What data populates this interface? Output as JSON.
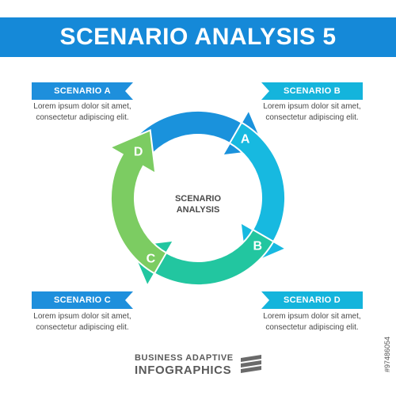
{
  "title": "SCENARIO ANALYSIS 5",
  "center": {
    "line1": "SCENARIO",
    "line2": "ANALYSIS"
  },
  "scenarios": [
    {
      "label": "SCENARIO A",
      "text_line1": "Lorem ipsum dolor sit amet,",
      "text_line2": "consectetur adipiscing elit.",
      "color": "#1e8fdc"
    },
    {
      "label": "SCENARIO B",
      "text_line1": "Lorem ipsum dolor sit amet,",
      "text_line2": "consectetur adipiscing elit.",
      "color": "#14b4dc"
    },
    {
      "label": "SCENARIO C",
      "text_line1": "Lorem ipsum dolor sit amet,",
      "text_line2": "consectetur adipiscing elit.",
      "color": "#1e8fdc"
    },
    {
      "label": "SCENARIO D",
      "text_line1": "Lorem ipsum dolor sit amet,",
      "text_line2": "consectetur adipiscing elit.",
      "color": "#14b4dc"
    }
  ],
  "cycle": [
    {
      "letter": "A",
      "color": "#1a92dc"
    },
    {
      "letter": "B",
      "color": "#17b9e0"
    },
    {
      "letter": "C",
      "color": "#22c6a0"
    },
    {
      "letter": "D",
      "color": "#7ccc62"
    }
  ],
  "brand": {
    "line1": "BUSINESS ADAPTIVE",
    "line2": "INFOGRAPHICS"
  },
  "stock_id": "#97486054",
  "colors": {
    "title_bar": "#1589d8",
    "text": "#4a4a4a"
  }
}
